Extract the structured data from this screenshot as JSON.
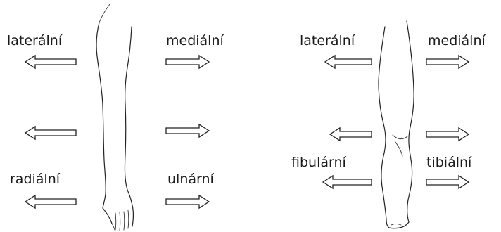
{
  "arm_panel": {
    "labels": {
      "left_top": "laterální",
      "right_top": "mediální",
      "left_bottom": "radiální",
      "right_bottom": "ulnární"
    }
  },
  "leg_panel": {
    "labels": {
      "left_top": "laterální",
      "right_top": "mediální",
      "left_bottom": "fibulární",
      "right_bottom": "tibiální"
    }
  }
}
